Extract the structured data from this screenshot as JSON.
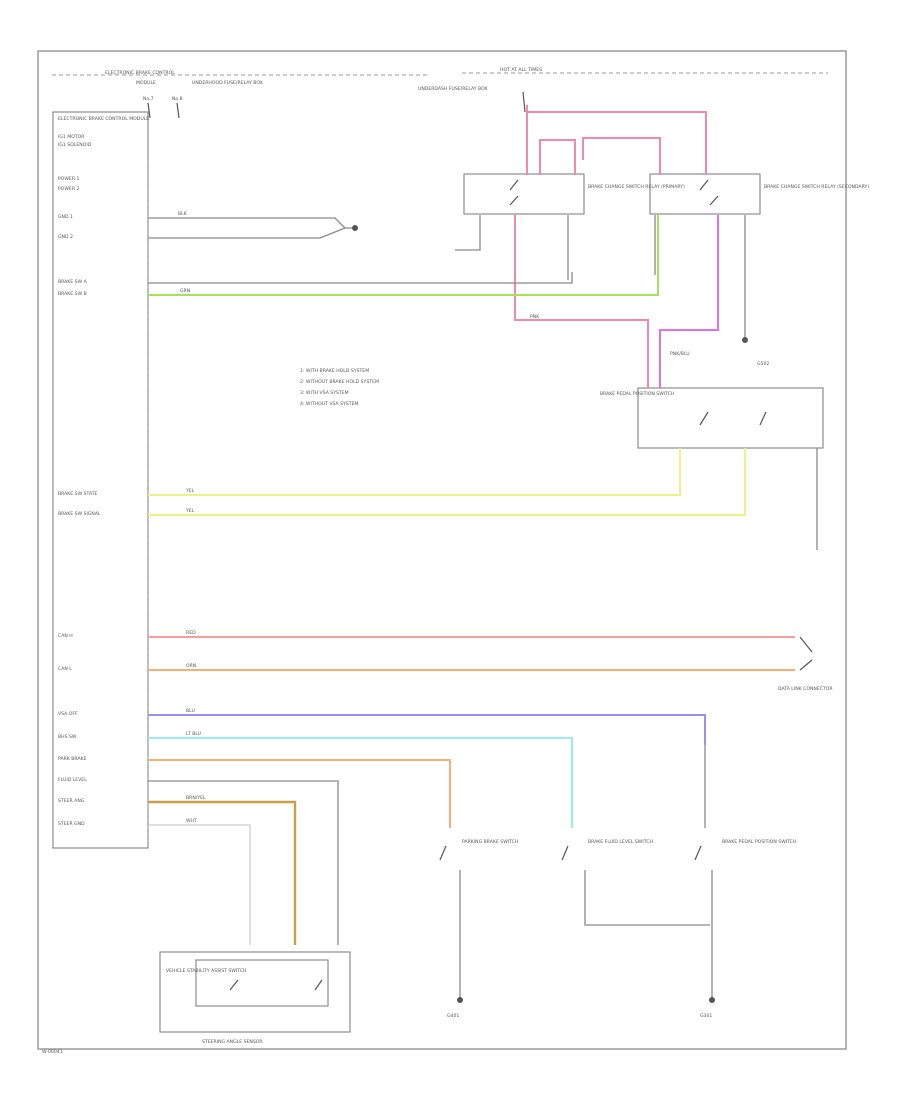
{
  "page": {
    "figure_id": "W-00041",
    "left_section_header": "ELECTRONIC BRAKE CONTROL",
    "left_section_sub": "MODULE",
    "top_section_header": "HOT AT ALL TIMES"
  },
  "modules": {
    "ecu_title": "ELECTRONIC BRAKE CONTROL MODULE",
    "fuse_note": "UNDERHOOD FUSE/RELAY BOX",
    "relay_a": "BRAKE CHANGE SWITCH RELAY (PRIMARY)",
    "relay_b": "BRAKE CHANGE SWITCH RELAY (SECONDARY)",
    "brake_switch_module": "BRAKE PEDAL POSITION SWITCH",
    "lower_switch_1": "PARKING BRAKE SWITCH",
    "lower_switch_2": "BRAKE FLUID LEVEL SWITCH",
    "lower_switch_3": "BRAKE PEDAL POSITION SWITCH",
    "lower_module": "VEHICLE STABILITY ASSIST SWITCH",
    "lower_module_footer": "STEERING ANGLE SENSOR",
    "ground_1": "G401",
    "ground_2": "G502",
    "ground_3": "G301",
    "right_connector": "DATA LINK CONNECTOR"
  },
  "legend": {
    "items": [
      "1: WITH BRAKE HOLD SYSTEM",
      "2: WITHOUT BRAKE HOLD SYSTEM",
      "3: WITH VSA SYSTEM",
      "4: WITHOUT VSA SYSTEM"
    ]
  },
  "ecu_pins": [
    "IG1 MOTOR",
    "IG1 SOLENOID",
    "POWER 1",
    "POWER 2",
    "GND 1",
    "GND 2",
    "BRAKE SW A",
    "BRAKE SW B",
    "BRAKE SW STATE",
    "BRAKE SW SIGNAL",
    "CAN H",
    "CAN L",
    "VSA OFF",
    "BHS SW",
    "PARK BRAKE",
    "FLUID LEVEL",
    "STEER ANG",
    "STEER GND"
  ],
  "wire_labels": {
    "yellow": "YEL",
    "green": "GRN",
    "pink": "PNK",
    "red": "RED",
    "orange": "ORN",
    "blue": "BLU",
    "cyan": "LT BLU",
    "magenta": "PNK/BLU",
    "brown": "BRN/YEL",
    "black": "BLK",
    "white": "WHT"
  },
  "colors": {
    "pink": "#f08aa8",
    "yellow": "#eef08a",
    "green": "#a8e05a",
    "red": "#f0a0a0",
    "orange": "#f4b078",
    "blue": "#9a8ff0",
    "cyan": "#9aecf0",
    "magenta": "#e070e8",
    "brown": "#c8a048",
    "gray": "#8a8a8a"
  }
}
